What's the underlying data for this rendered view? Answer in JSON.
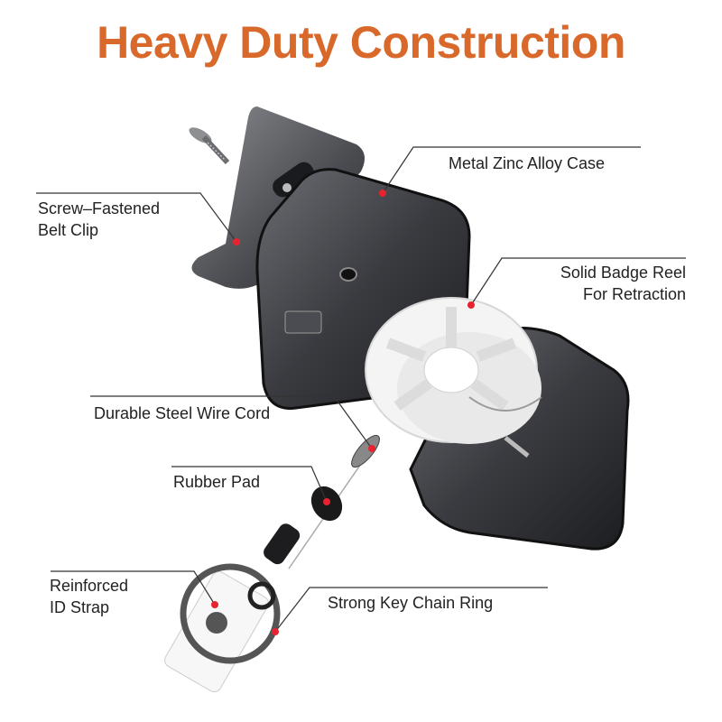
{
  "title": "Heavy Duty Construction",
  "colors": {
    "title": "#d9692a",
    "label_text": "#222222",
    "leader_line": "#333333",
    "marker_dot": "#e8232f",
    "metal_dark": "#2b2c30",
    "metal_mid": "#55575c",
    "reel_white": "#f4f4f4"
  },
  "labels": {
    "belt_clip": {
      "line1": "Screw–Fastened",
      "line2": "Belt Clip"
    },
    "case": {
      "line1": "Metal Zinc Alloy Case"
    },
    "reel": {
      "line1": "Solid Badge Reel",
      "line2": "For Retraction"
    },
    "wire": {
      "line1": "Durable Steel Wire Cord"
    },
    "rubber": {
      "line1": "Rubber Pad"
    },
    "strap": {
      "line1": "Reinforced",
      "line2": "ID Strap"
    },
    "ring": {
      "line1": "Strong Key Chain Ring"
    }
  }
}
